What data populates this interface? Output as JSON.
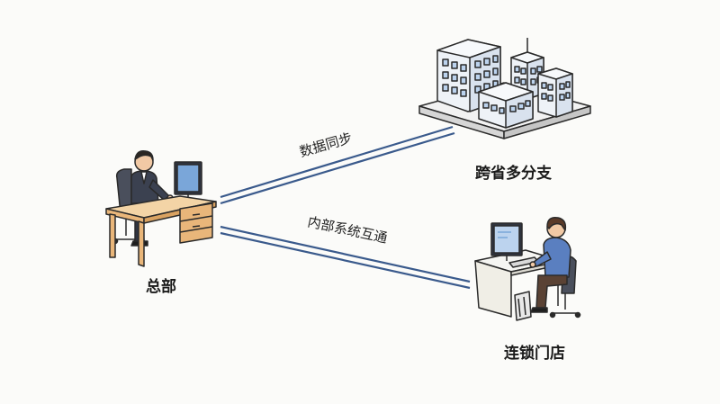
{
  "nodes": {
    "hq": {
      "label": "总部"
    },
    "branches": {
      "label": "跨省多分支"
    },
    "stores": {
      "label": "连锁门店"
    }
  },
  "edges": {
    "sync": {
      "label": "数据同步"
    },
    "internal": {
      "label": "内部系统互通"
    }
  },
  "colors": {
    "line": "#3a5a8c",
    "desk": "#e9b67a",
    "suit": "#3b4150",
    "shirt": "#5a7fc0",
    "glass": "#bcd3ee",
    "outline": "#2a2a2a"
  }
}
